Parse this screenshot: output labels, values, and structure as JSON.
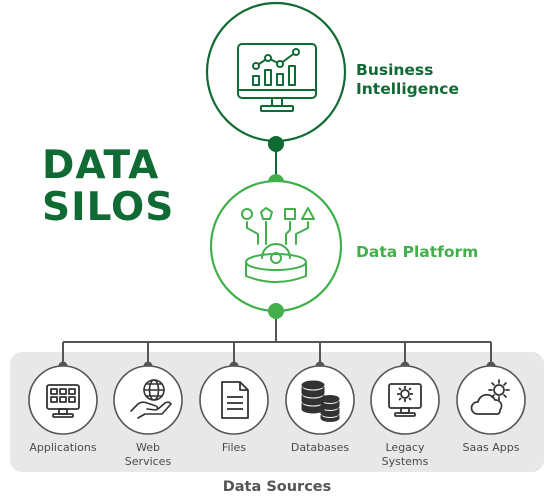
{
  "title": {
    "line1": "DATA",
    "line2": "SILOS"
  },
  "top_node": {
    "label_line1": "Business",
    "label_line2": "Intelligence",
    "icon": "monitor-chart-icon"
  },
  "middle_node": {
    "label": "Data Platform",
    "icon": "data-platform-icon"
  },
  "sources": [
    {
      "label": "Applications",
      "icon": "applications-icon"
    },
    {
      "label": "Web\nServices",
      "icon": "web-services-icon"
    },
    {
      "label": "Files",
      "icon": "files-icon"
    },
    {
      "label": "Databases",
      "icon": "databases-icon"
    },
    {
      "label": "Legacy\nSystems",
      "icon": "legacy-systems-icon"
    },
    {
      "label": "Saas Apps",
      "icon": "saas-apps-icon"
    }
  ],
  "footer": "Data Sources",
  "colors": {
    "dark_green": "#0f6a34",
    "light_green": "#41b04a",
    "gray_panel": "#e8e8e8",
    "line_gray": "#555555"
  }
}
